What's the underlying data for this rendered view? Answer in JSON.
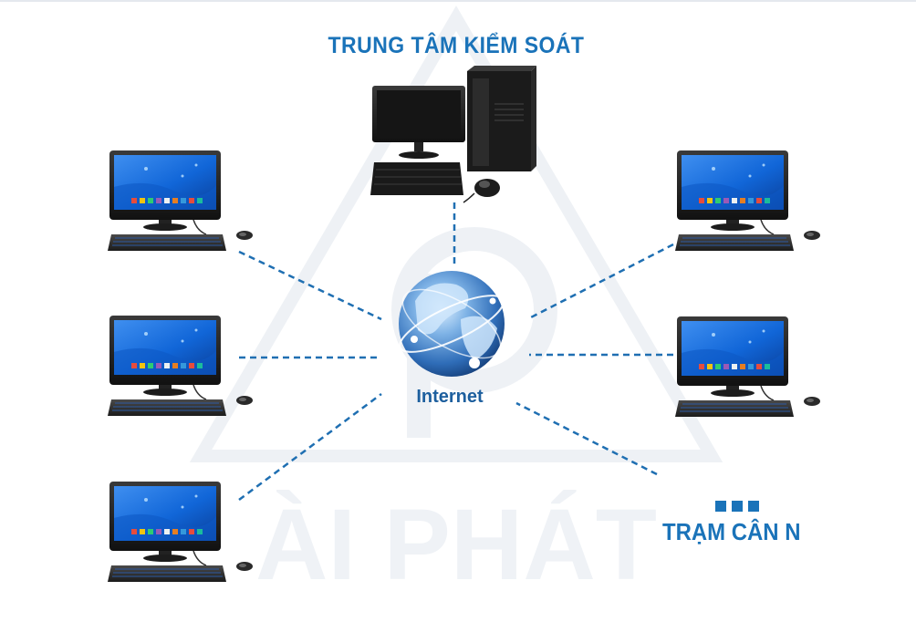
{
  "title": "TRUNG TÂM KIỂM SOÁT",
  "hub": {
    "label": "Internet",
    "icon": "globe-icon"
  },
  "extra_station": {
    "ellipsis": "...",
    "label": "TRẠM CÂN N"
  },
  "watermark": {
    "text": "ÀI PHÁT"
  },
  "colors": {
    "accent": "#1a73b9",
    "link": "#1f6fb2",
    "screen": "#1466d6",
    "watermark": "#eef1f5"
  },
  "stations": [
    {
      "name": "workstation-left-top",
      "icon": "desktop-computer-icon"
    },
    {
      "name": "workstation-left-middle",
      "icon": "desktop-computer-icon"
    },
    {
      "name": "workstation-left-bottom",
      "icon": "desktop-computer-icon"
    },
    {
      "name": "workstation-right-top",
      "icon": "desktop-computer-icon"
    },
    {
      "name": "workstation-right-middle",
      "icon": "desktop-computer-icon"
    }
  ]
}
